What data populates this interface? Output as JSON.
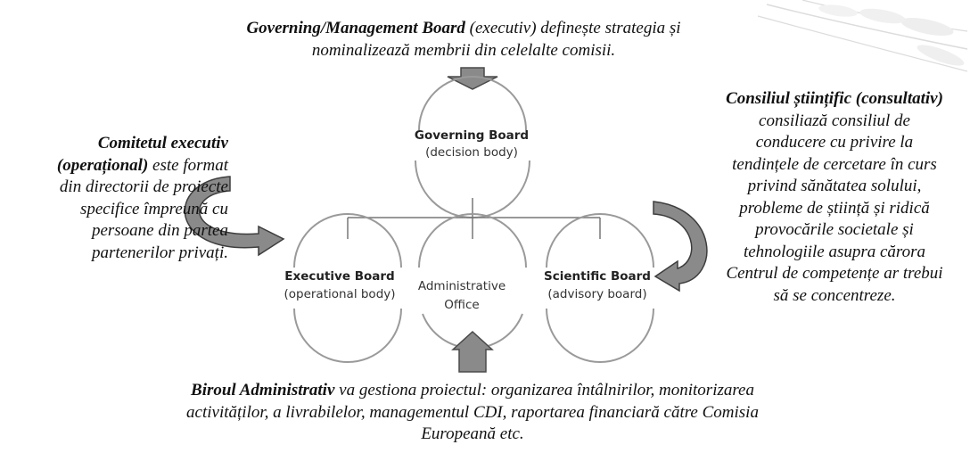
{
  "top_text": {
    "bold": "Governing/Management Board",
    "line1_rest": " (executiv) definește strategia și",
    "line2": "nominalizează membrii din celelalte comisii."
  },
  "left_text": {
    "bold1": "Comitetul executiv",
    "bold2": "(operațional)",
    "rest2": " este format",
    "lines": [
      "din directorii de proiecte",
      "specifice împreună cu",
      "persoane din partea",
      "partenerilor privați."
    ]
  },
  "right_text": {
    "bold": "Consiliul științific (consultativ)",
    "lines": [
      "consiliază consiliul de",
      "conducere cu privire la",
      "tendințele de cercetare în curs",
      "privind sănătatea solului,",
      "probleme de știință și ridică",
      "provocările societale și",
      "tehnologiile asupra cărora",
      "Centrul de competențe ar trebui",
      "să se concentreze."
    ]
  },
  "bottom_text": {
    "bold": "Biroul Administrativ",
    "line1_rest": " va gestiona proiectul: organizarea întâlnirilor, monitorizarea",
    "line2": "activităților, a livrabilelor, managementul CDI, raportarea financiară către Comisia",
    "line3": "Europeană etc."
  },
  "nodes": {
    "governing": {
      "title": "Governing Board",
      "subtitle": "(decision body)"
    },
    "executive": {
      "title": "Executive Board",
      "subtitle": "(operational body)"
    },
    "administrative": {
      "title": "Administrative",
      "subtitle": "Office"
    },
    "scientific": {
      "title": "Scientific Board",
      "subtitle": "(advisory board)"
    }
  },
  "colors": {
    "text": "#111111",
    "arrow_fill": "#8a8a8a",
    "arrow_stroke": "#4a4a4a",
    "node_arc": "#9a9a9a",
    "connector": "#777777"
  }
}
